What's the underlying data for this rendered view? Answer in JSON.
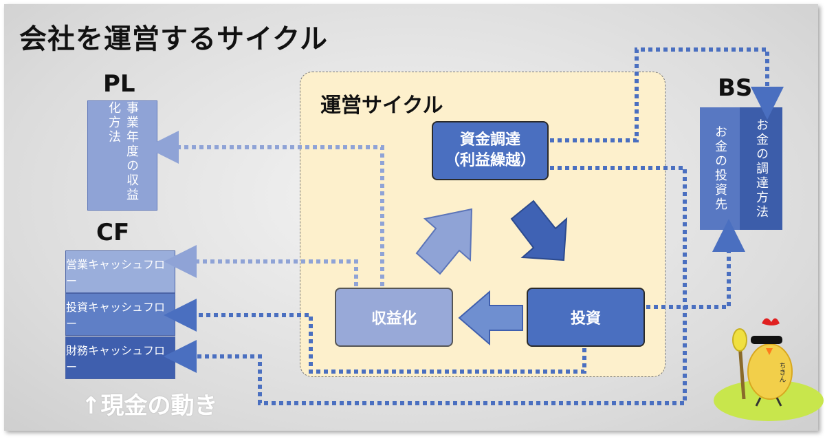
{
  "title": "会社を運営するサイクル",
  "cycle": {
    "title": "運営サイクル",
    "nodes": {
      "funding_line1": "資金調達",
      "funding_line2": "（利益繰越）",
      "revenue": "収益化",
      "investment": "投資"
    }
  },
  "pl": {
    "label": "PL",
    "text": "事業年度の収益化方法"
  },
  "cf": {
    "label": "CF",
    "items": [
      "営業キャッシュフロー",
      "投資キャッシュフロー",
      "財務キャッシュフロー"
    ]
  },
  "bs": {
    "label": "BS",
    "left_text": "お金の投資先",
    "right_text": "お金の調達方法"
  },
  "cash_movement_label": "↑現金の動き",
  "mascot": {
    "name": "ちきん"
  },
  "colors": {
    "arrow_light": "#8fa3d6",
    "arrow_dark": "#4a6fc0",
    "node_dark": "#4a6fc0",
    "node_light": "#98a9d8",
    "panel": "#fdf0cc"
  }
}
